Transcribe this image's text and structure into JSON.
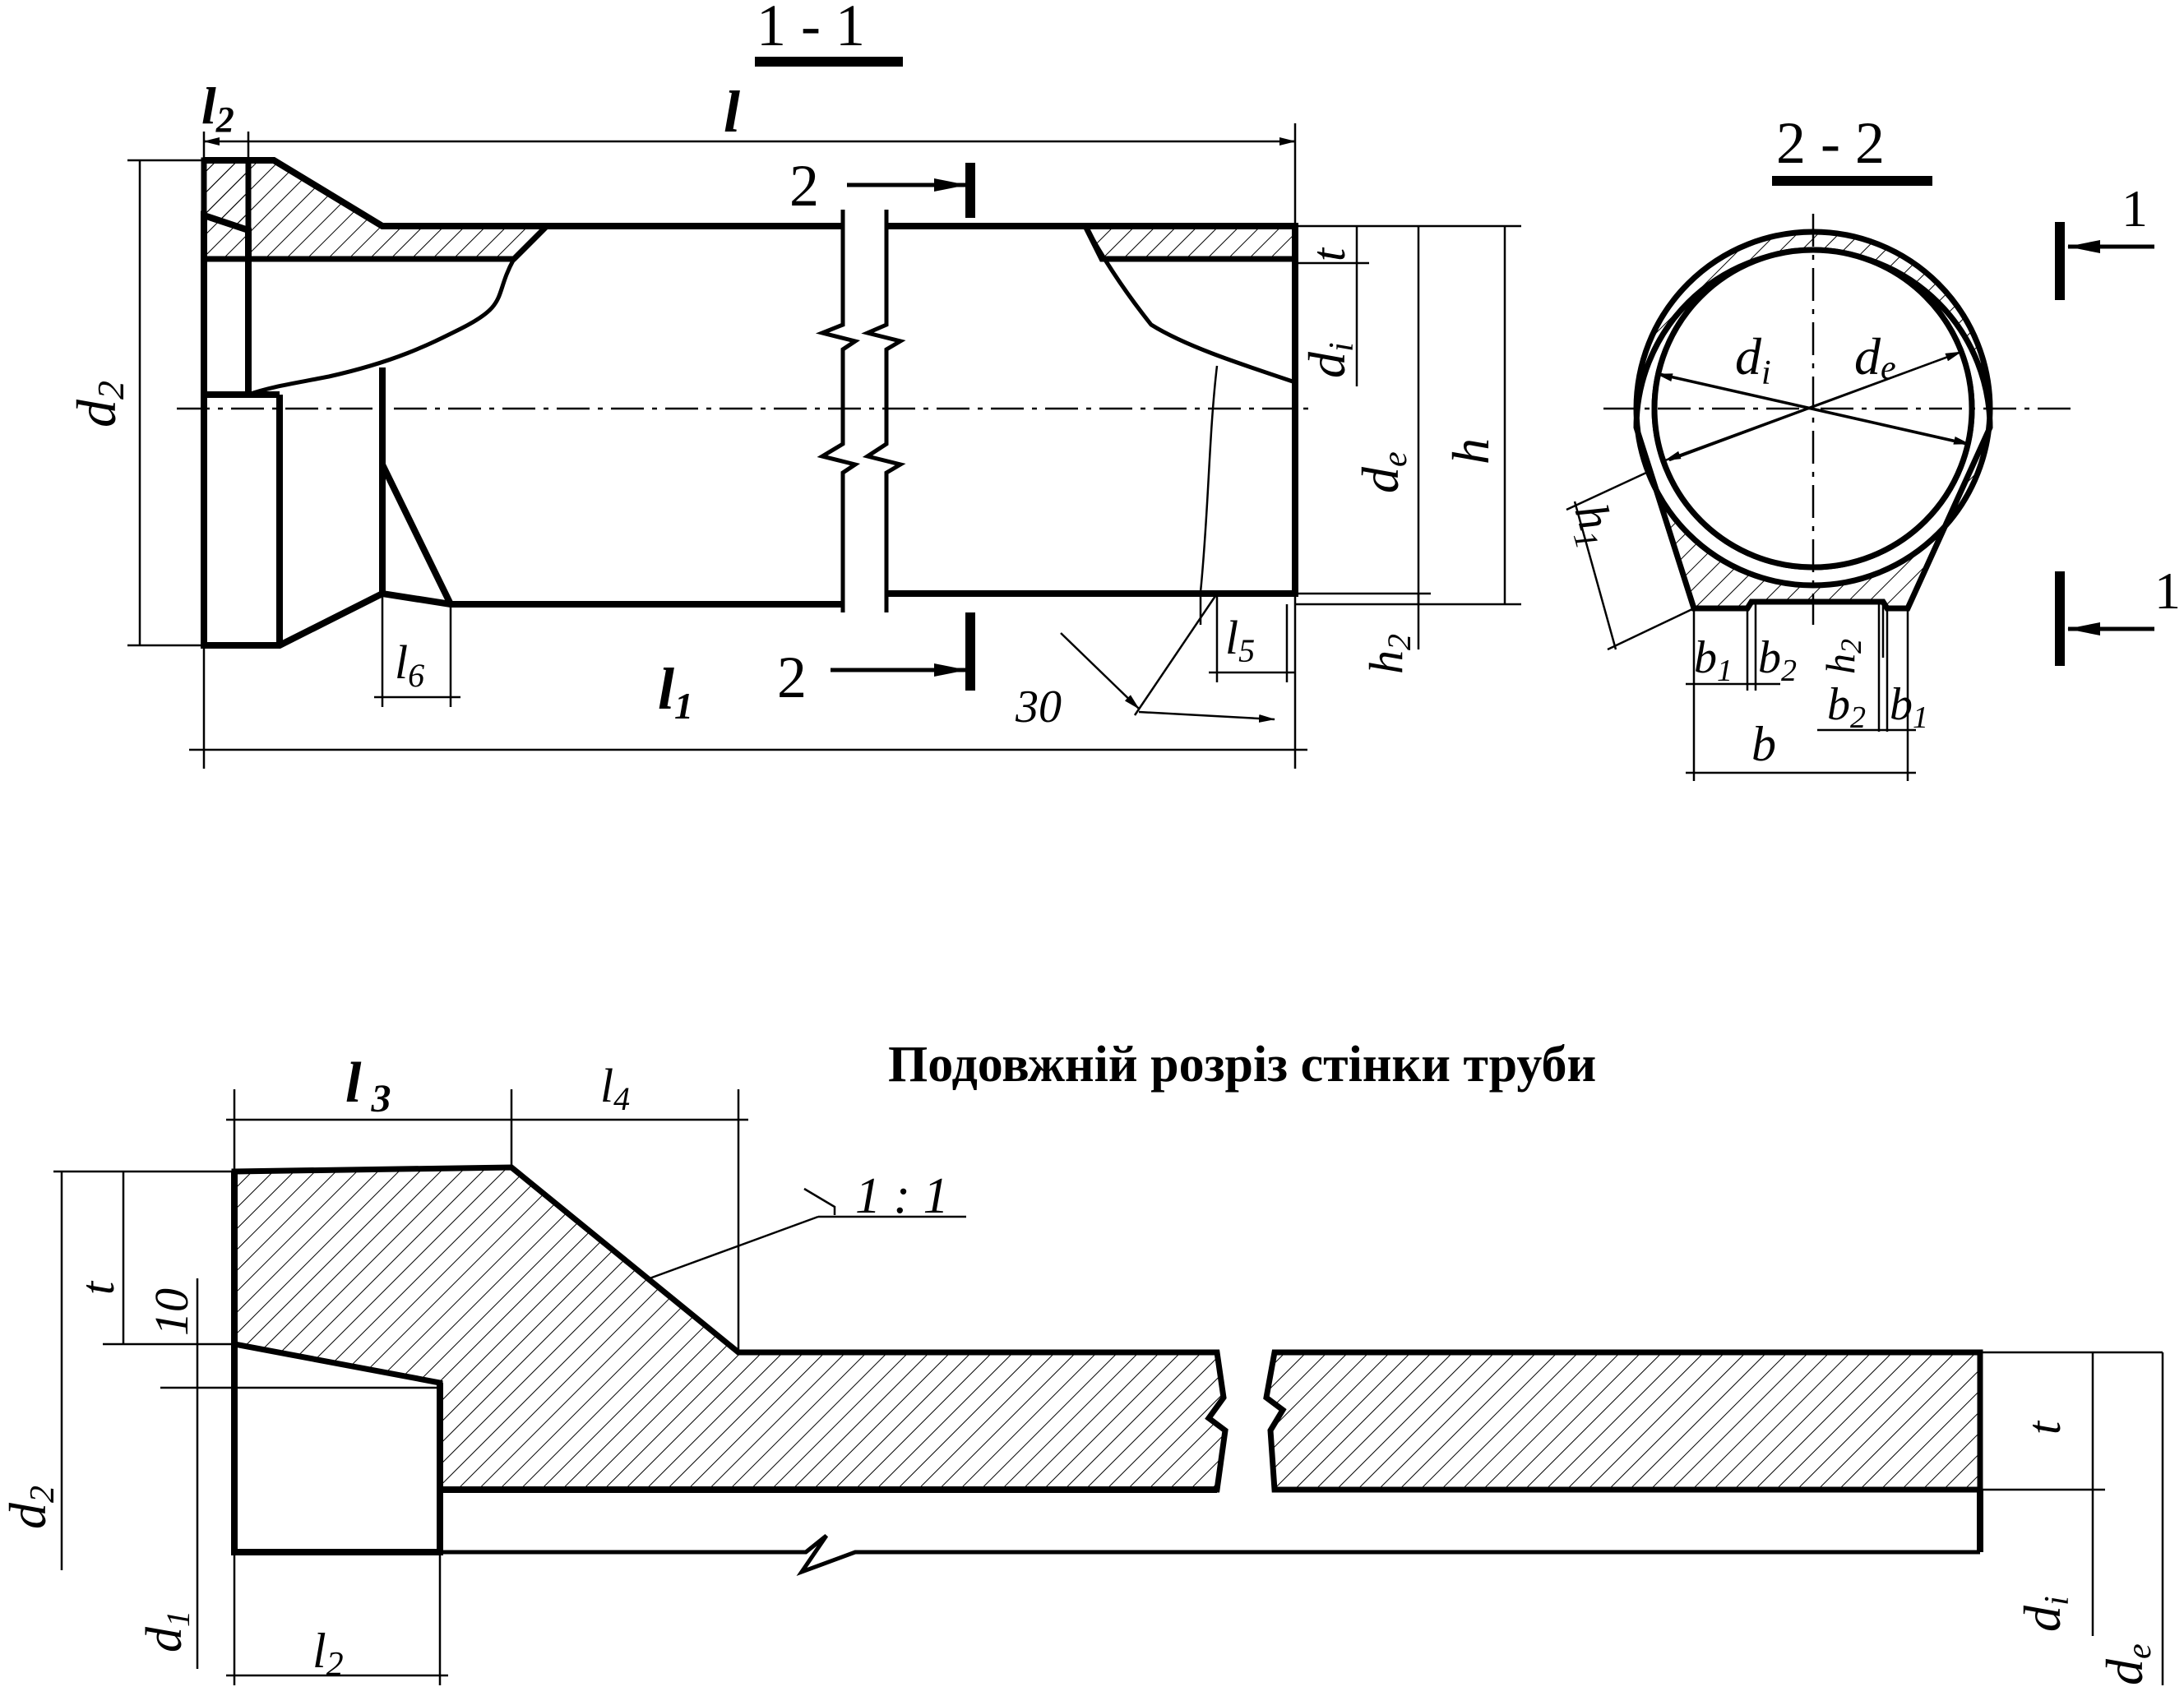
{
  "section_labels": {
    "s11": "1 - 1",
    "s22": "2 - 2",
    "cut1": "1",
    "cut2": "2"
  },
  "dims_main": {
    "l2": "l",
    "l2_sub": "2",
    "l": "l",
    "l1": "l",
    "l1_sub": "1",
    "d2": "d",
    "d2_sub": "2",
    "t": "t",
    "di": "d",
    "di_sub": "i",
    "de": "d",
    "de_sub": "e",
    "h": "h",
    "h2": "h",
    "h2_sub": "2",
    "l6": "l",
    "l6_sub": "6",
    "l5": "l",
    "l5_sub": "5",
    "angle": "30"
  },
  "dims_cross": {
    "di": "d",
    "di_sub": "i",
    "de": "d",
    "de_sub": "e",
    "h1": "h",
    "h1_sub": "1",
    "h2": "h",
    "h2_sub": "2",
    "b1": "b",
    "b1_sub": "1",
    "b2": "b",
    "b2_sub": "2",
    "b": "b"
  },
  "wall_section": {
    "title": "Подовжній розріз стінки труби",
    "l3": "l",
    "l3_sub": "3",
    "l4": "l",
    "l4_sub": "4",
    "slope": "1 : 1",
    "t": "t",
    "ten": "10",
    "d2": "d",
    "d2_sub": "2",
    "d1": "d",
    "d1_sub": "1",
    "l2": "l",
    "l2_sub": "2",
    "t_right": "t",
    "di": "d",
    "di_sub": "i",
    "de": "d",
    "de_sub": "e"
  }
}
